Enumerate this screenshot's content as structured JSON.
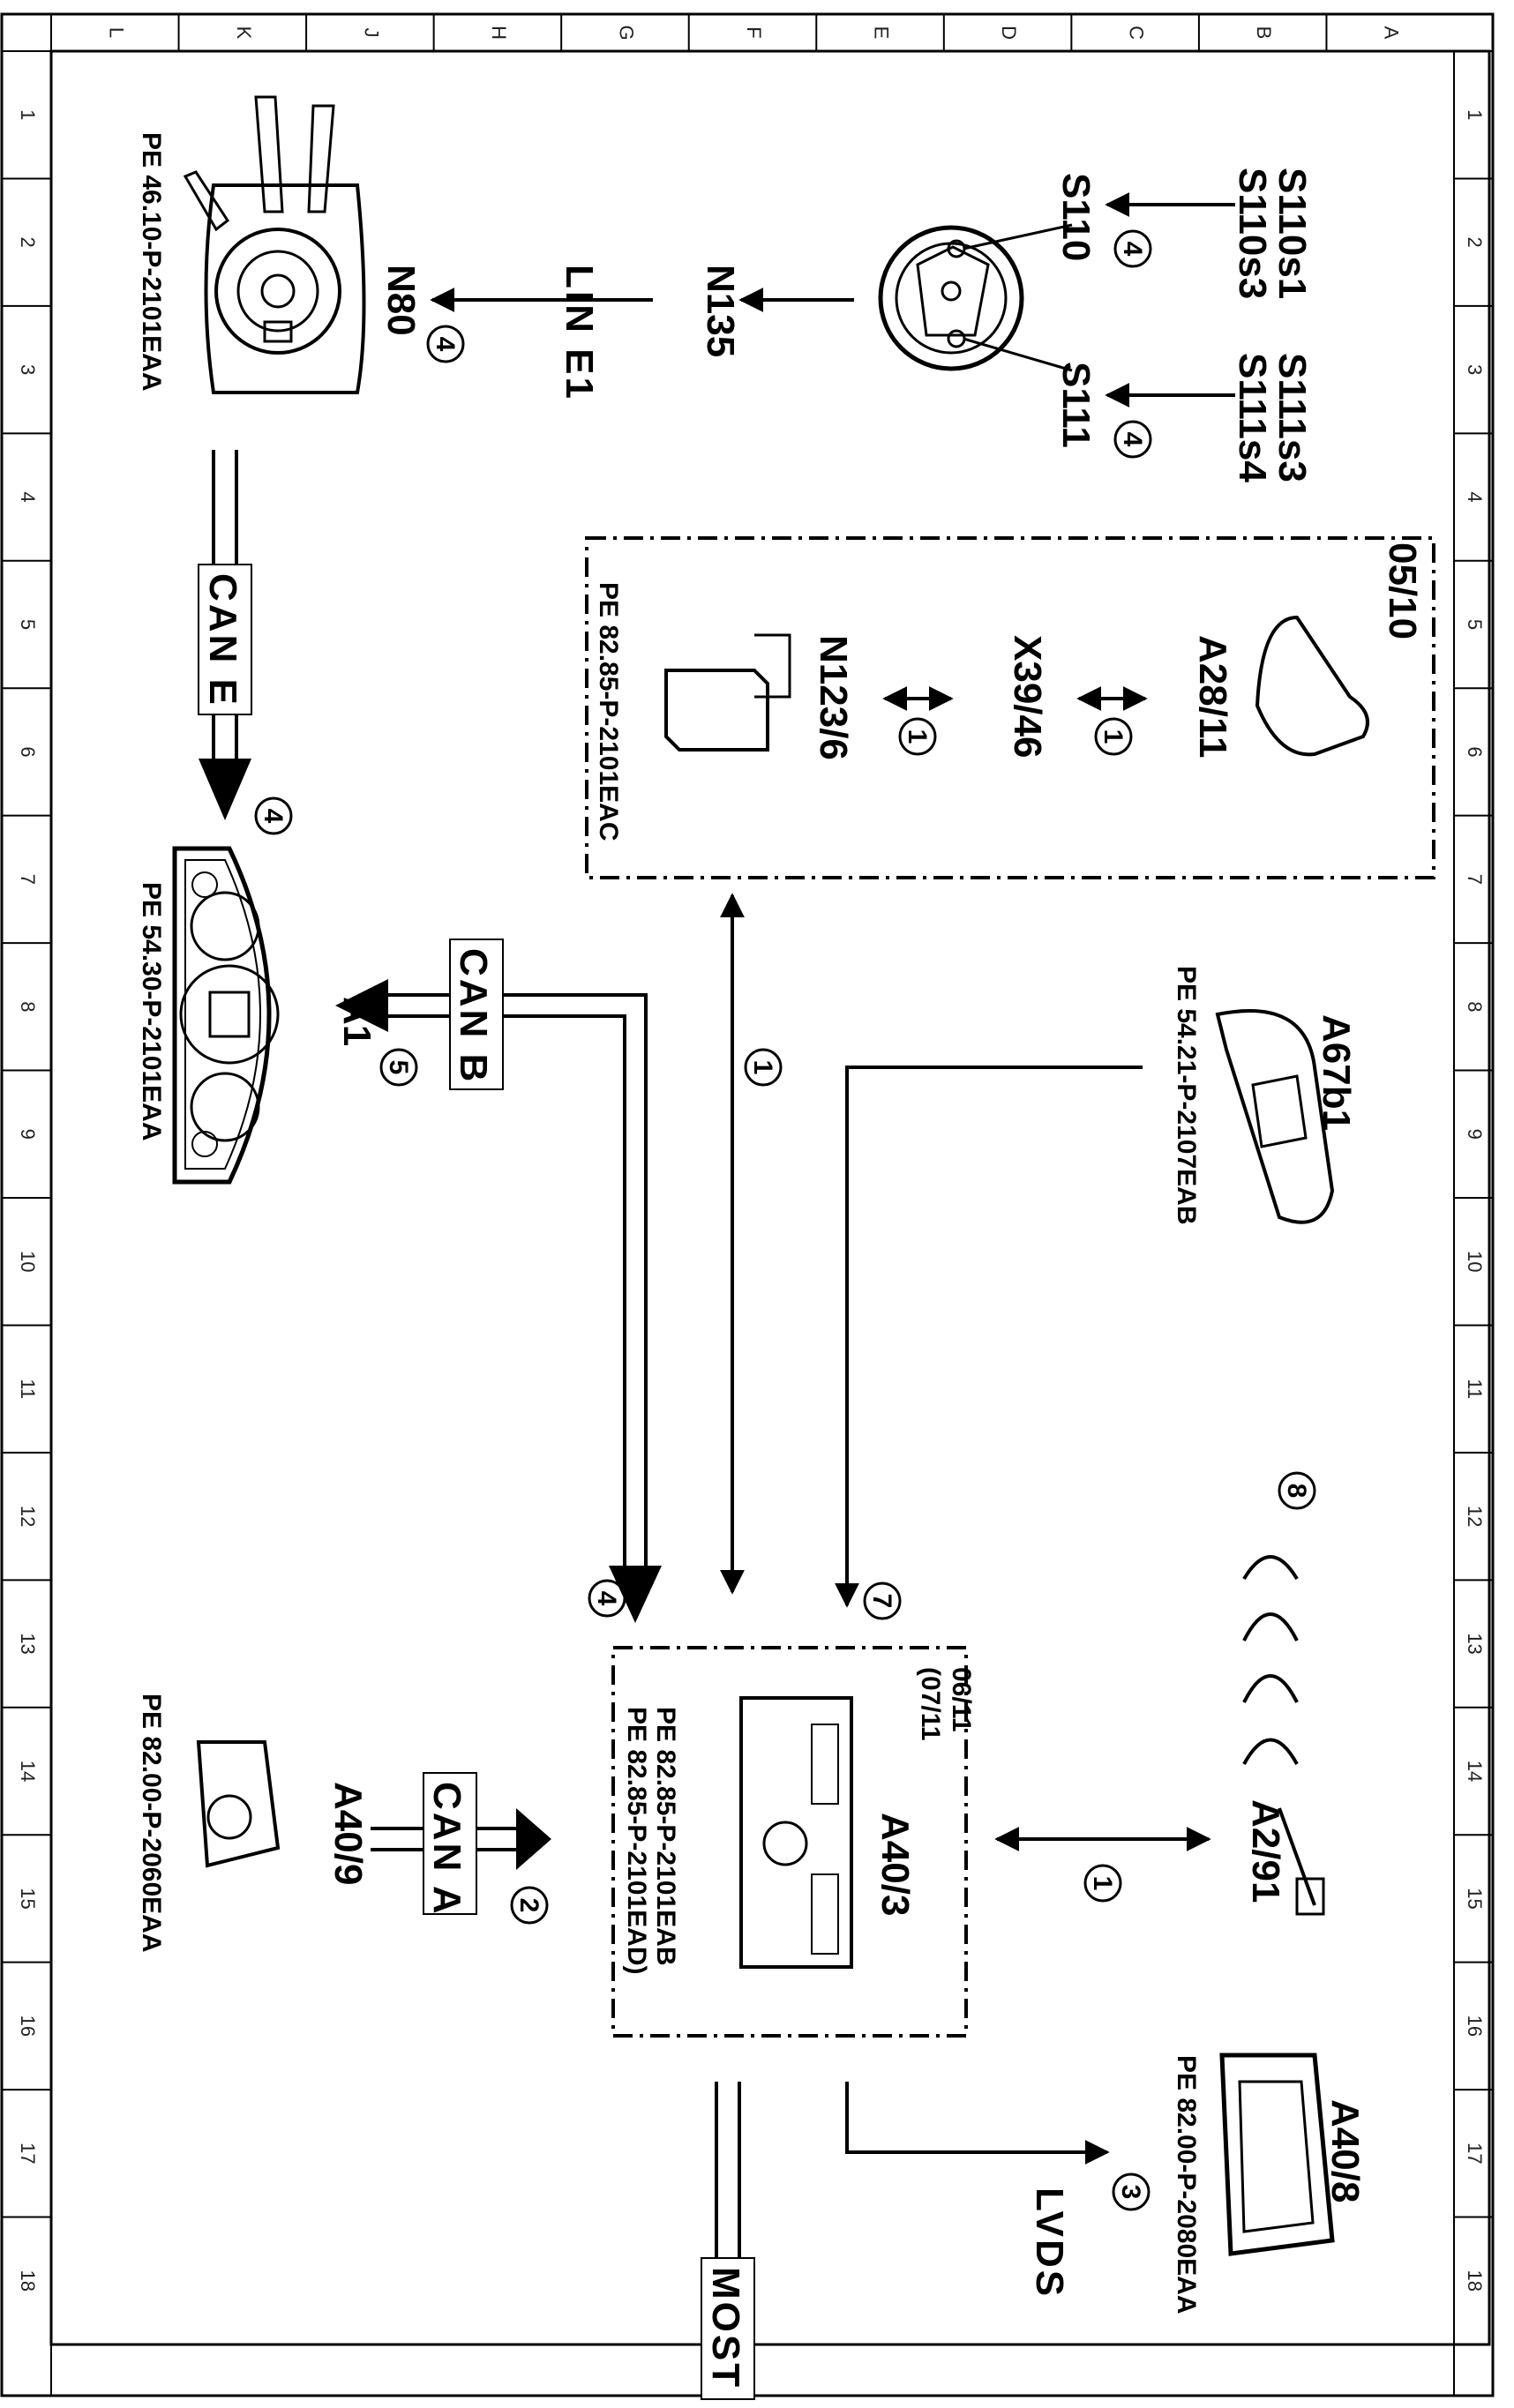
{
  "grid": {
    "columns": [
      "L",
      "K",
      "J",
      "H",
      "G",
      "F",
      "E",
      "D",
      "C",
      "B",
      "A"
    ],
    "rows": [
      "1",
      "2",
      "3",
      "4",
      "5",
      "6",
      "7",
      "8",
      "9",
      "10",
      "11",
      "12",
      "13",
      "14",
      "15",
      "16",
      "17",
      "18"
    ]
  },
  "components": {
    "s110_switch": {
      "label": "S110",
      "inputs": [
        "S110s1",
        "S110s3"
      ],
      "circle": "4"
    },
    "s111_switch": {
      "label": "S111",
      "inputs": [
        "S111s3",
        "S111s4"
      ],
      "circle": "4"
    },
    "n135": {
      "label": "N135"
    },
    "n80": {
      "label": "N80",
      "ref": "PE 46.10-P-2101EAA",
      "circle": "4"
    },
    "can_e": {
      "label": "CAN E",
      "circle": "4"
    },
    "a1": {
      "label": "A1",
      "ref": "PE 54.30-P-2101EAA",
      "circle": "5"
    },
    "can_b": {
      "label": "CAN B"
    },
    "box_top": {
      "date": "05/10",
      "ref": "PE 82.85-P-2101EAC"
    },
    "a28_11": {
      "label": "A28/11",
      "circle": "1"
    },
    "x39_46": {
      "label": "X39/46",
      "circle": "1"
    },
    "n123_6": {
      "label": "N123/6"
    },
    "a67b1": {
      "label": "A67b1",
      "ref": "PE 54.21-P-2107EAB"
    },
    "a40_3": {
      "label": "A40/3",
      "date1": "06/11",
      "date2": "(07/11",
      "ref1": "PE 82.85-P-2101EAB",
      "ref2": "PE 82.85-P-2101EAD)"
    },
    "a40_9": {
      "label": "A40/9",
      "ref": "PE 82.00-P-2060EAA"
    },
    "can_a": {
      "label": "CAN A",
      "circle": "2"
    },
    "a2_91": {
      "label": "A2/91",
      "circle_link": "1",
      "circle_antenna": "8"
    },
    "a40_8": {
      "label": "A40/8",
      "ref": "PE 82.00-P-2080EAA",
      "circle": "3"
    },
    "lvds": {
      "label": "LVDS"
    },
    "most": {
      "label": "MOST"
    }
  },
  "lines": {
    "lin_e1": "LIN E1",
    "link_center_circle": "1",
    "can_b_to_a40_3_circle": "4",
    "a67b1_to_a40_3_circle": "7"
  }
}
